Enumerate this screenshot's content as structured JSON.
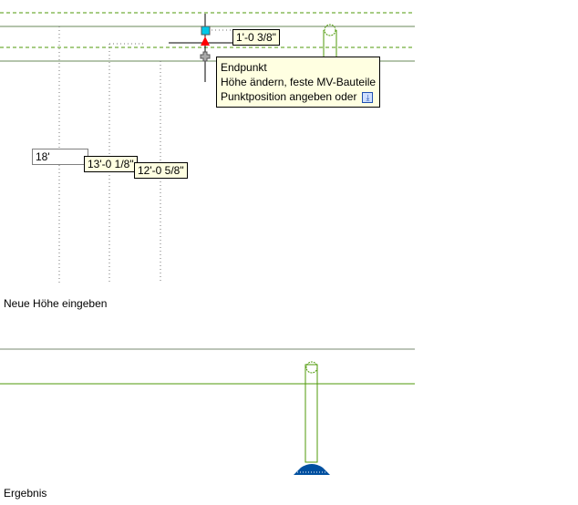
{
  "step1": {
    "dimension_current": "1'-0 3/8\"",
    "tooltip": {
      "line1": "Endpunkt",
      "line2": "Höhe ändern, feste MV-Bauteile",
      "line3": "Punktposition angeben oder",
      "more_icon": "dropdown-arrow-icon"
    },
    "height_input_value": "18'",
    "dimension_1": "13'-0 1/8\"",
    "dimension_2": "12'-0 5/8\"",
    "caption": "Neue Höhe eingeben"
  },
  "step2": {
    "caption": "Ergebnis"
  },
  "colors": {
    "green": "#4f9a0a",
    "grip_cyan": "#00c8e8",
    "grip_red": "#ff0000",
    "base_blue": "#0050a0"
  }
}
